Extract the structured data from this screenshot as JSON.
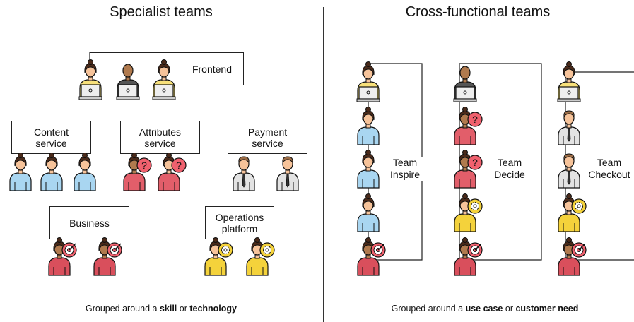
{
  "left": {
    "heading": "Specialist teams",
    "groups": {
      "frontend": "Frontend",
      "content": [
        "Content",
        "service"
      ],
      "attributes": [
        "Attributes",
        "service"
      ],
      "payment": [
        "Payment",
        "service"
      ],
      "business": "Business",
      "operations": [
        "Operations",
        "platform"
      ]
    },
    "caption": {
      "pre": "Grouped around a ",
      "bold1": "skill",
      "mid": " or ",
      "bold2": "technology"
    }
  },
  "right": {
    "heading": "Cross-functional teams",
    "teams": [
      [
        "Team",
        "Inspire"
      ],
      [
        "Team",
        "Decide"
      ],
      [
        "Team",
        "Checkout"
      ]
    ],
    "caption": {
      "pre": "Grouped around a ",
      "bold1": "use case",
      "mid": " or ",
      "bold2": "customer need"
    }
  },
  "colors": {
    "skin": "#f6c39a",
    "skin_dark": "#b07a4e",
    "hair": "#4a2a1a",
    "outline": "#111111",
    "frontend_shirt": "#f7e07a",
    "frontend_dark_shirt": "#555555",
    "content_shirt": "#a9d6f1",
    "attributes_shirt": "#e25e6a",
    "payment_shirt": "#e3e3e3",
    "business_shirt": "#d94f5c",
    "operations_shirt": "#f4d23b",
    "question_badge": "#f0616e",
    "target_badge": "#f0616e",
    "gear_badge": "#f4d23b"
  },
  "icons": {
    "person": "person-icon",
    "laptop": "laptop-icon",
    "question": "question-mark-icon",
    "target": "target-icon",
    "gear": "gear-icon"
  }
}
